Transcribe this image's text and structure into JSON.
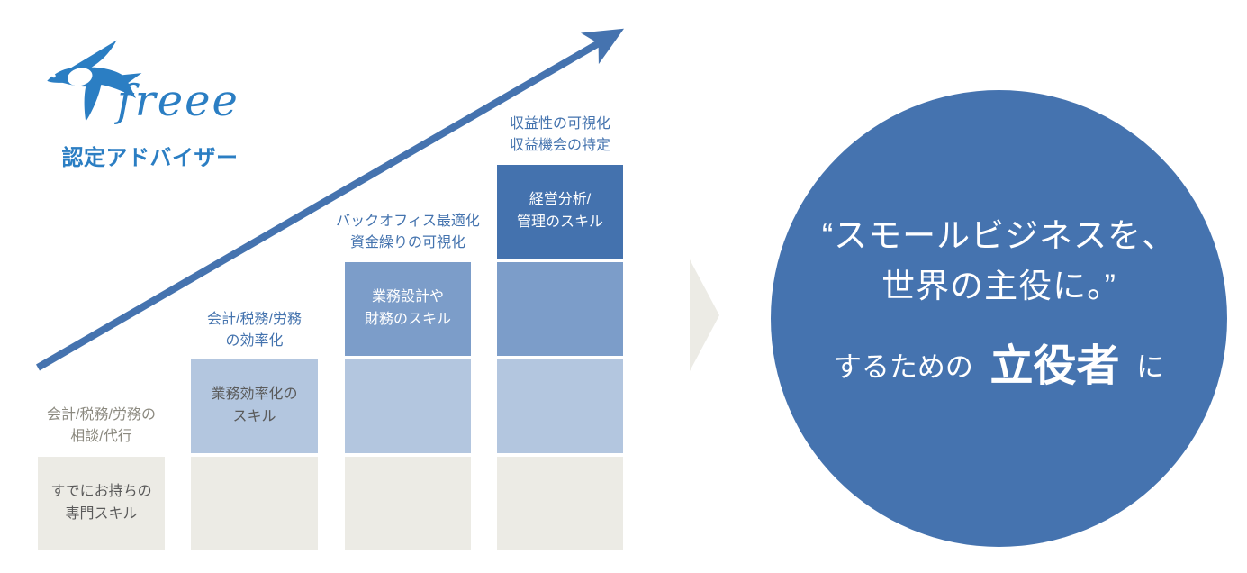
{
  "logo": {
    "brand_script": "freee",
    "label": "認定アドバイザー"
  },
  "colors": {
    "logo_blue": "#2b7ec3",
    "arrow_blue": "#4573af",
    "triangle_beige": "#ecebe5",
    "circle_blue": "#4573af",
    "label_blue": "#4473ae",
    "label_gray": "#8c8a80",
    "inner_text_gray": "#5a5a5a",
    "inner_text_white": "#ffffff"
  },
  "chart_data": {
    "type": "bar",
    "subtype": "stacked_step_progression",
    "orientation": "vertical",
    "grid": false,
    "legend_position": "none",
    "categories": [
      "会計/税務/労務の\n相談/代行",
      "会計/税務/労務\nの効率化",
      "バックオフィス最適化\n資金繰りの可視化",
      "収益性の可視化\n収益機会の特定"
    ],
    "category_colors": [
      "#8c8a80",
      "#4473ae",
      "#4473ae",
      "#4473ae"
    ],
    "values": [
      1,
      2,
      3,
      4
    ],
    "series": [
      {
        "name": "すでにお持ちの\n専門スキル",
        "values": [
          1,
          1,
          1,
          1
        ],
        "color": "#ecebe5"
      },
      {
        "name": "業務効率化の\nスキル",
        "values": [
          0,
          1,
          1,
          1
        ],
        "color": "#b3c6df"
      },
      {
        "name": "業務設計や\n財務のスキル",
        "values": [
          0,
          0,
          1,
          1
        ],
        "color": "#7c9dc9"
      },
      {
        "name": "経営分析/\n管理のスキル",
        "values": [
          0,
          0,
          0,
          1
        ],
        "color": "#4472ae"
      }
    ]
  },
  "circle": {
    "quote": "“スモールビジネスを、\n世界の主役に。”",
    "tagline_prefix": "するための",
    "tagline_emphasis": "立役者",
    "tagline_suffix": "に",
    "bg_color": "#4573af"
  }
}
